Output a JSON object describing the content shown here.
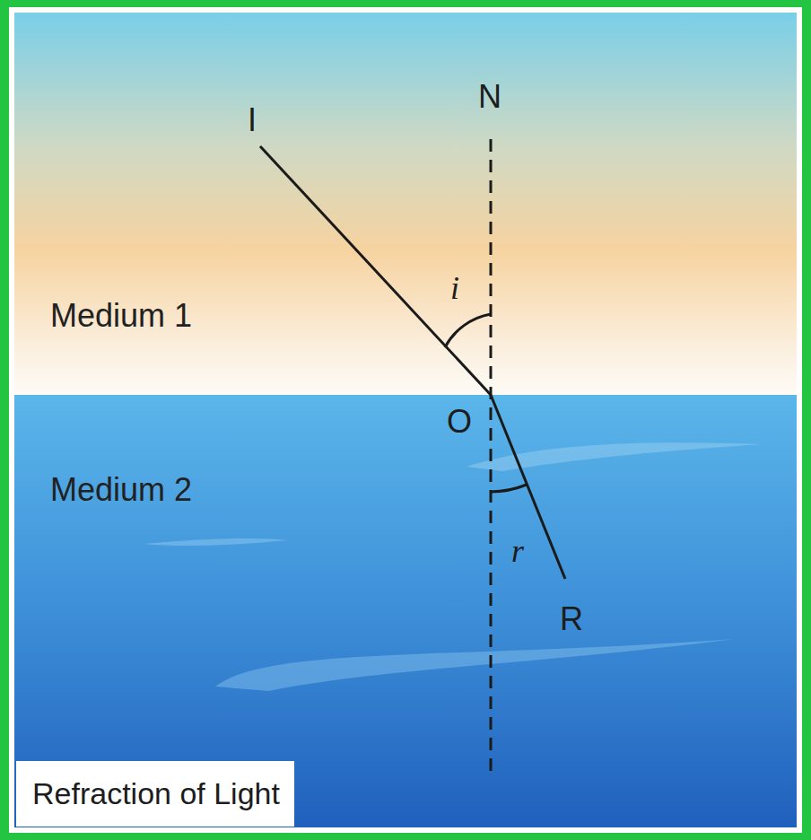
{
  "diagram": {
    "caption": "Refraction of Light",
    "nodes": [
      {
        "text": [
          "Medium 1"
        ]
      },
      {
        "text": [
          "Medium 2"
        ]
      }
    ],
    "labels": [
      "I",
      "N",
      "i",
      "O",
      "r",
      "R"
    ]
  }
}
